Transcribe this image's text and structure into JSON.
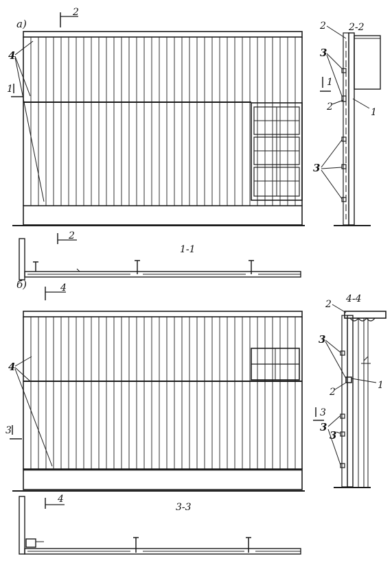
{
  "figure_labels": {
    "a": "а)",
    "b": "б)"
  },
  "section_labels": {
    "s22": "2-2",
    "s11": "1-1",
    "s44": "4-4",
    "s33": "3-3"
  },
  "cut_markers": {
    "c2": "2",
    "c1": "1",
    "c4": "4",
    "c3": "3"
  },
  "callouts": {
    "n1": "1",
    "n2": "2",
    "n3": "3",
    "n4": "4"
  },
  "colors": {
    "ink": "#1a1a1a",
    "paper": "#ffffff"
  }
}
